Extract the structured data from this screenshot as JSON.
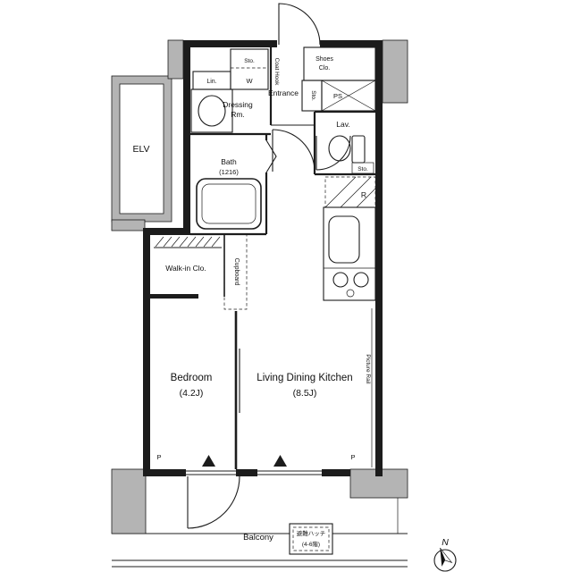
{
  "colors": {
    "wall": "#1c1c1c",
    "concrete": "#b4b4b4",
    "background": "#ffffff"
  },
  "labels": {
    "elevator": "ELV",
    "linen": "Lin.",
    "storage_above_washer": "Sto.",
    "washer": "W",
    "coat_hook": "Coat Hook",
    "shoes_closet_line1": "Shoes",
    "shoes_closet_line2": "Clo.",
    "entrance": "Entrance",
    "entrance_storage": "Sto.",
    "pipe_space": "PS",
    "dressing_room_line1": "Dressing",
    "dressing_room_line2": "Rm.",
    "lavatory": "Lav.",
    "bath_line1": "Bath",
    "bath_line2": "(1216)",
    "lavatory_storage": "Sto.",
    "refrigerator": "R",
    "walk_in_closet": "Walk-in Clo.",
    "cupboard": "Cupboard",
    "bedroom_line1": "Bedroom",
    "bedroom_line2": "(4.2J)",
    "ldk_line1": "Living Dining Kitchen",
    "ldk_line2": "(8.5J)",
    "picture_rail": "Picture Rail",
    "pillar_left": "P",
    "pillar_right": "P",
    "balcony": "Balcony",
    "evacuation_hatch_line1": "避難ハッチ",
    "evacuation_hatch_line2": "(4-6階)",
    "compass_north": "N"
  }
}
